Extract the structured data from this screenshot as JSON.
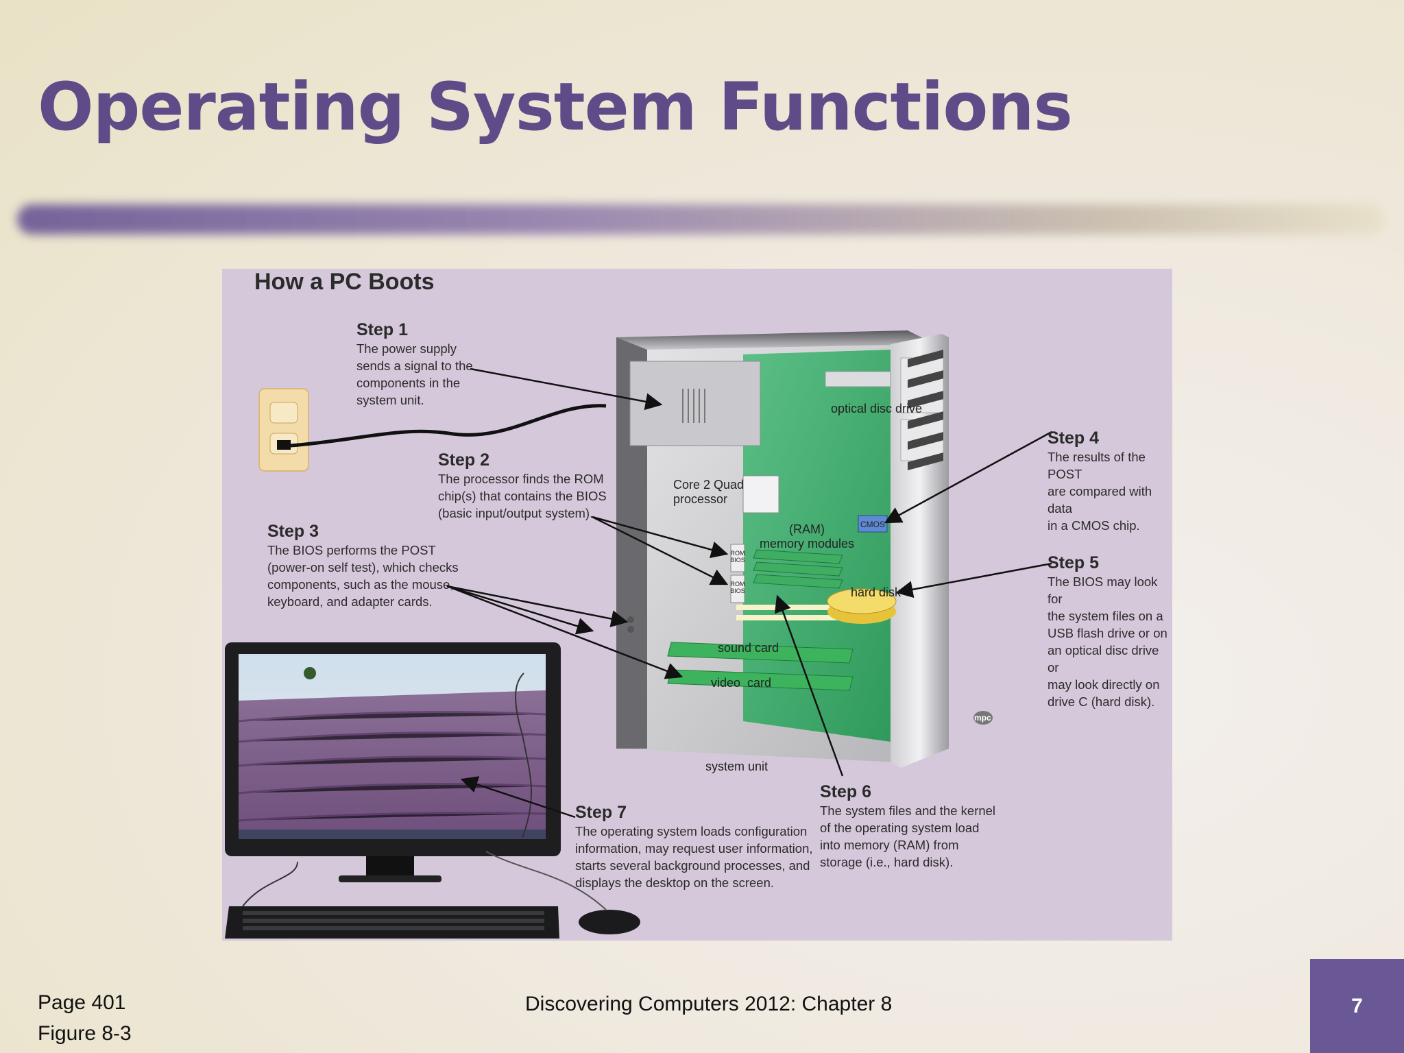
{
  "slide": {
    "title": "Operating System Functions",
    "page_ref": "Page 401",
    "figure_ref": "Figure 8-3",
    "footer": "Discovering Computers 2012: Chapter 8",
    "page_number": "7"
  },
  "figure": {
    "title": "How a PC Boots",
    "steps": [
      {
        "heading": "Step 1",
        "text": "The power supply\nsends a signal to the\ncomponents in the\nsystem unit."
      },
      {
        "heading": "Step 2",
        "text": "The processor finds the ROM\nchip(s) that contains the BIOS\n(basic input/output system)."
      },
      {
        "heading": "Step 3",
        "text": "The BIOS performs the POST\n(power-on self test), which checks\ncomponents, such as the mouse,\nkeyboard, and adapter cards."
      },
      {
        "heading": "Step 4",
        "text": "The results of the POST\nare compared with data\nin a CMOS chip."
      },
      {
        "heading": "Step 5",
        "text": "The BIOS may look for\nthe system files on a\nUSB flash drive or on\nan optical disc drive or\nmay look directly on\ndrive C (hard disk)."
      },
      {
        "heading": "Step 6",
        "text": "The system files and the kernel\nof the operating system load\ninto memory (RAM) from\nstorage (i.e., hard disk)."
      },
      {
        "heading": "Step 7",
        "text": "The operating system loads configuration\ninformation, may request user information,\nstarts several background processes, and\ndisplays the desktop on the screen."
      }
    ],
    "labels": {
      "optical": "optical disc drive",
      "processor": "Core 2 Quad\nprocessor",
      "ram": "(RAM)\nmemory modules",
      "cmos": "CMOS",
      "hard_disk": "hard disk",
      "sound_card": "sound card",
      "video_card": "video  card",
      "system_unit": "system unit",
      "rom_bios": "ROM\nBIOS",
      "brand": "mpc"
    }
  }
}
